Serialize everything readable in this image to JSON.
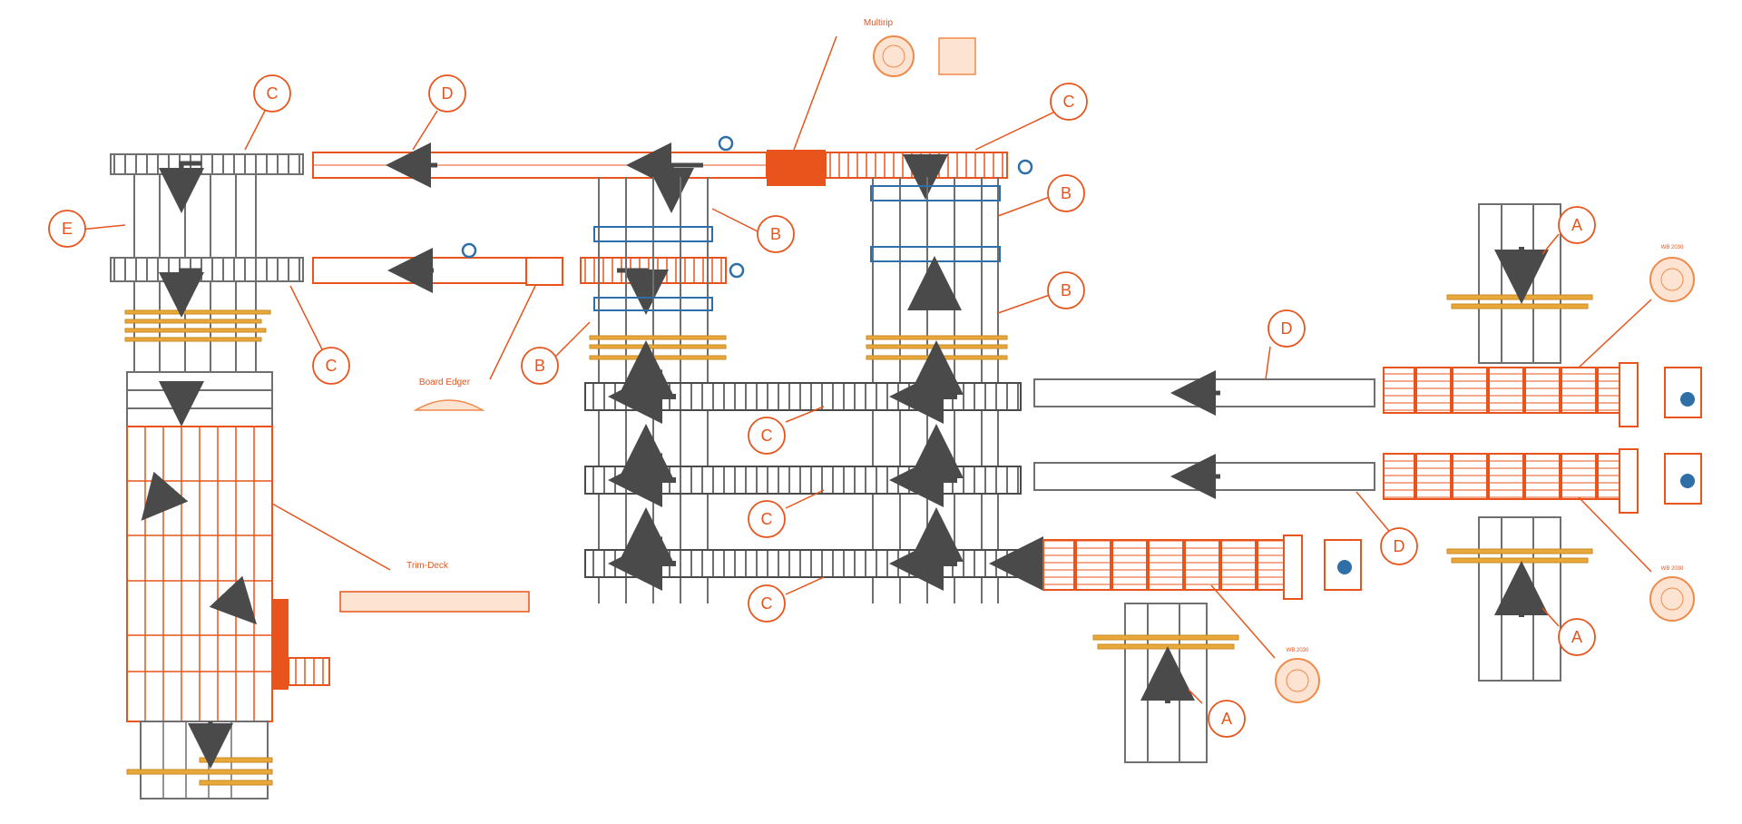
{
  "colors": {
    "orange": "#e8541c",
    "orange_light": "#f08a4b",
    "gray": "#6f6f6f",
    "gray_dark": "#4a4a4a",
    "wood": "#e9a83a",
    "blue": "#2f6fa7",
    "arrow": "#4a4a4a"
  },
  "labels": {
    "multirip": "Multirip",
    "board_edger": "Board Edger",
    "trim_deck": "Trim-Deck",
    "wb_top": "WB 2030",
    "wb_right": "WB 2030",
    "wb_bottom": "WB 2030"
  },
  "callouts": {
    "c1": "C",
    "d1": "D",
    "c2": "C",
    "e1": "E",
    "b1": "B",
    "b2": "B",
    "b3": "B",
    "b4": "B",
    "c3": "C",
    "c4": "C",
    "c5": "C",
    "c6": "C",
    "d2": "D",
    "d3": "D",
    "a1": "A",
    "a2": "A",
    "a3": "A"
  },
  "icons": {
    "saw_marker": "circular-saw-icon",
    "flow_arrow": "flow-arrow-icon",
    "log_section": "log-end-icon"
  }
}
